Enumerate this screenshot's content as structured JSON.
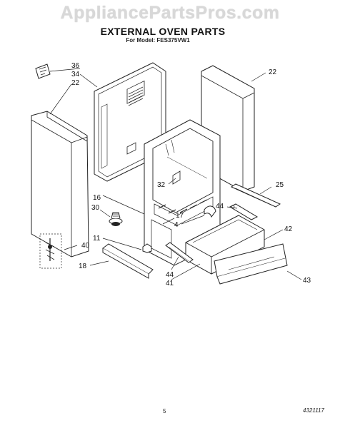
{
  "watermark": "AppliancePartsPros.com",
  "title": "EXTERNAL OVEN PARTS",
  "subtitle": "For Model: FES375VW1",
  "page_number": "5",
  "doc_number": "4321117",
  "callouts": {
    "c36": "36",
    "c34": "34",
    "c22a": "22",
    "c22b": "22",
    "c25": "25",
    "c44a": "44",
    "c32": "32",
    "c16": "16",
    "c30": "30",
    "c17": "17",
    "c4": "4",
    "c42": "42",
    "c40": "40",
    "c11": "11",
    "c18": "18",
    "c44b": "44",
    "c41": "41",
    "c43": "43"
  }
}
